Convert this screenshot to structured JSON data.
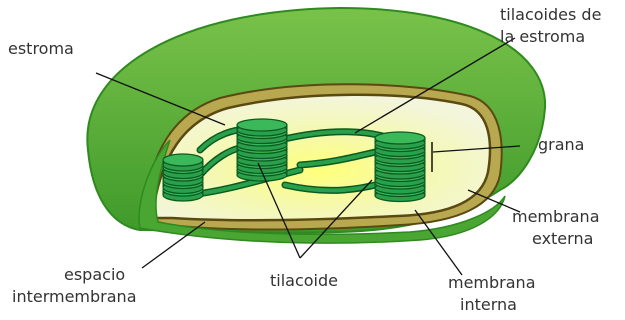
{
  "colors": {
    "outer_membrane": "#5fb33e",
    "outer_membrane_dark": "#2f8a1f",
    "intermembrane_space": "#b8a850",
    "inner_membrane": "#5a4a12",
    "stroma_light": "#ffff9a",
    "stroma_edge": "#e6efc0",
    "thylakoid": "#2aa04a",
    "thylakoid_dark": "#0a5a22",
    "leader_line": "#111111",
    "label_text": "#333333"
  },
  "labels": {
    "estroma": "estroma",
    "tilacoides_1": "tilacoides de",
    "tilacoides_2": "la estroma",
    "grana": "grana",
    "membrana_externa_1": "membrana",
    "membrana_externa_2": "externa",
    "espacio_1": "espacio",
    "espacio_2": "intermembrana",
    "tilacoide": "tilacoide",
    "membrana_interna_1": "membrana",
    "membrana_interna_2": "interna"
  }
}
